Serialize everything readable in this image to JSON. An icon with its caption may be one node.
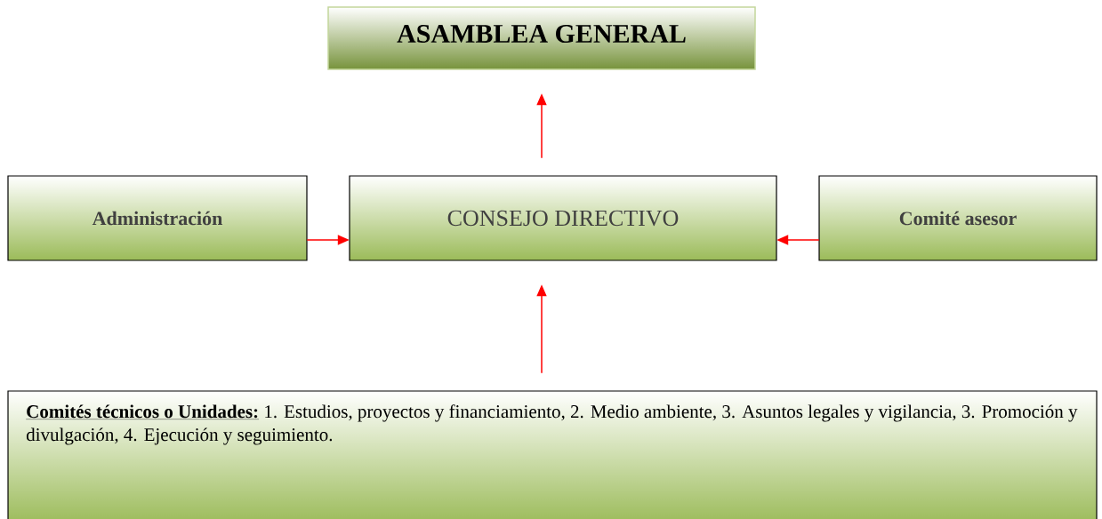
{
  "diagram": {
    "nodes": [
      {
        "text": [
          "ASAMBLEA GENERAL"
        ]
      },
      {
        "text": [
          "Administración"
        ]
      },
      {
        "text": [
          "CONSEJO DIRECTIVO"
        ]
      },
      {
        "text": [
          "Comité asesor"
        ]
      },
      {
        "text": [
          "Comités técnicos o Unidades:",
          "1. Estudios, proyectos y financiamiento, 2. Medio ambiente, 3. Asuntos legales y vigilancia, 3. Promoción y divulgación, 4. Ejecución y seguimiento."
        ]
      }
    ],
    "edges": [
      {
        "from": 2,
        "to": 0,
        "arrow": "to"
      },
      {
        "from": 1,
        "to": 2,
        "arrow": "to"
      },
      {
        "from": 3,
        "to": 2,
        "arrow": "to"
      },
      {
        "from": 4,
        "to": 2,
        "arrow": "to"
      }
    ]
  }
}
